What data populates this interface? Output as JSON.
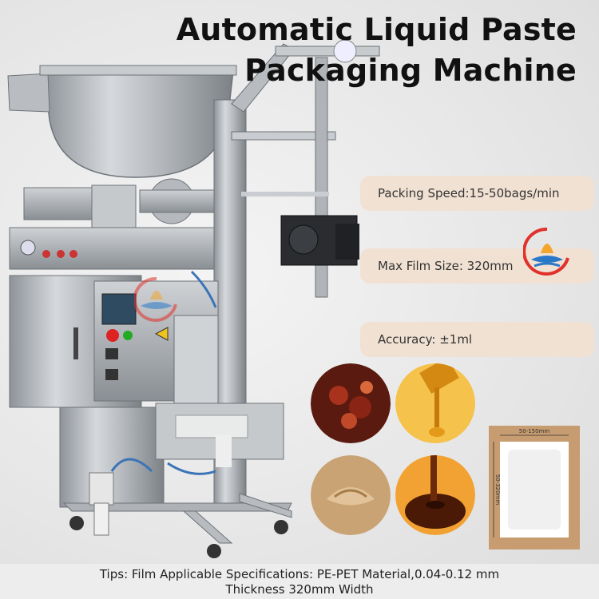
{
  "header": {
    "title_line1": "Automatic Liquid Paste",
    "title_line2": "Packaging Machine"
  },
  "specs": [
    {
      "label": "Packing Speed:15-50bags/min"
    },
    {
      "label": "Max Film Size: 320mm"
    },
    {
      "label": "Accuracy: ±1ml"
    }
  ],
  "pouch": {
    "width_label": "50-150mm",
    "height_label": "50-320mm"
  },
  "samples": [
    "chili-sauce",
    "honey",
    "sesame-paste",
    "syrup"
  ],
  "footer": {
    "line1": "Tips: Film Applicable Specifications: PE-PET Material,0.04-0.12 mm",
    "line2": "Thickness 320mm Width"
  },
  "colors": {
    "pill_bg": "#f1e1d3",
    "logo_red": "#e0322b",
    "logo_blue": "#2a79c8",
    "logo_orange": "#f2a62e"
  }
}
